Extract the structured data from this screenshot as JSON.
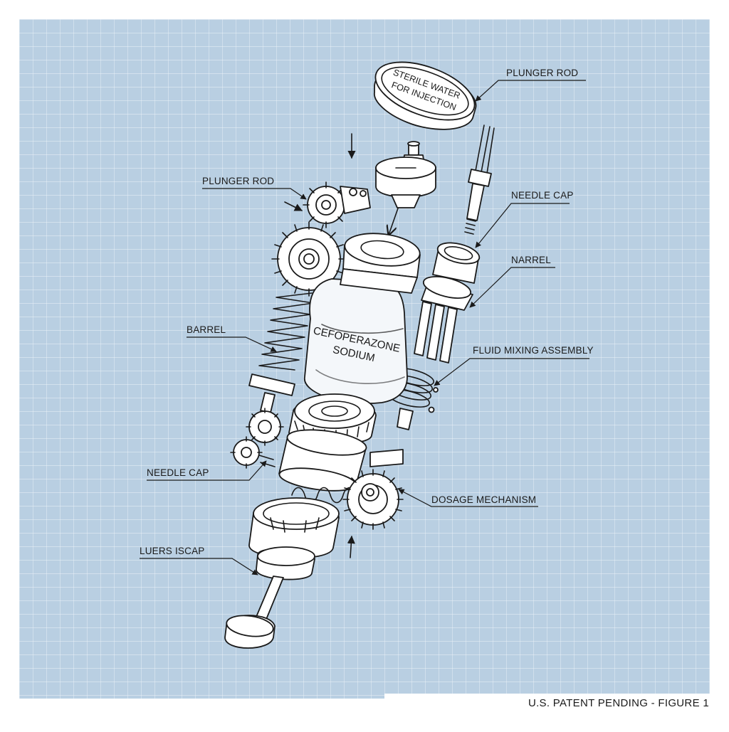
{
  "figure": {
    "caption": "U.S. PATENT PENDING - FIGURE 1",
    "colors": {
      "blueprint_background": "#b9cfe2",
      "grid_line": "#ffffff",
      "ink": "#1a1a1a",
      "part_fill": "#ffffff"
    },
    "disc_label": [
      "STERILE WATER",
      "FOR INJECTION"
    ],
    "vial_label": [
      "CEFOPERAZONE",
      "SODIUM"
    ],
    "callouts": [
      "PLUNGER ROD",
      "PLUNGER ROD",
      "NEEDLE CAP",
      "NARREL",
      "BARREL",
      "FLUID MIXING ASSEMBLY",
      "NEEDLE CAP",
      "DOSAGE MECHANISM",
      "LUERS ISCAP"
    ]
  }
}
